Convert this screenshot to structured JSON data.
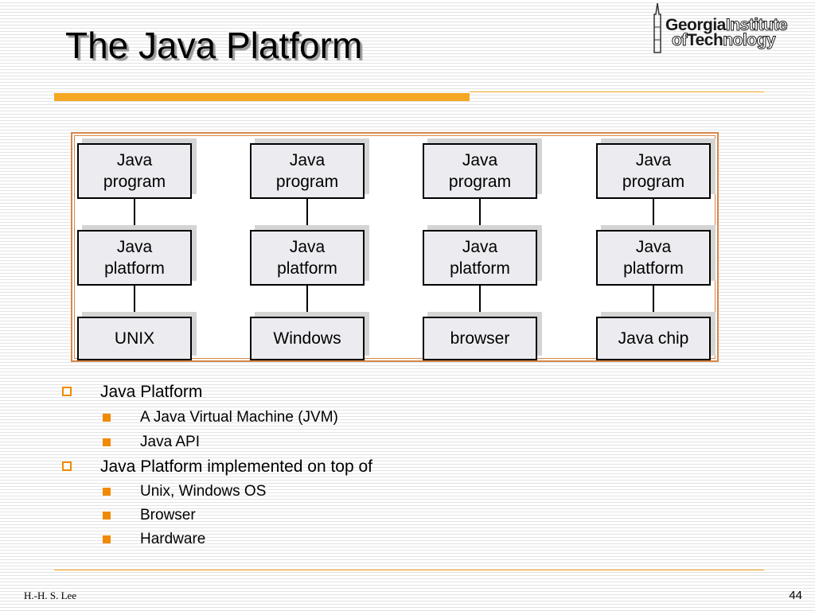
{
  "slide": {
    "title": "The Java Platform",
    "logo": {
      "line1_bold": "Georgia",
      "line1_hollow": "Institute",
      "line2_hollow_a": "of",
      "line2_bold": "Tech",
      "line2_hollow_b": "nology"
    },
    "colors": {
      "accent": "#f5a623",
      "bullet": "#f08a00",
      "box_fill": "#ebebf0",
      "frame": "#d6884a"
    }
  },
  "diagram": {
    "columns": [
      {
        "top_a": "Java",
        "top_b": "program",
        "mid_a": "Java",
        "mid_b": "platform",
        "base": "UNIX"
      },
      {
        "top_a": "Java",
        "top_b": "program",
        "mid_a": "Java",
        "mid_b": "platform",
        "base": "Windows"
      },
      {
        "top_a": "Java",
        "top_b": "program",
        "mid_a": "Java",
        "mid_b": "platform",
        "base": "browser"
      },
      {
        "top_a": "Java",
        "top_b": "program",
        "mid_a": "Java",
        "mid_b": "platform",
        "base": "Java chip"
      }
    ]
  },
  "bullets": {
    "items": [
      {
        "text": "Java Platform"
      },
      {
        "text": "A Java Virtual Machine (JVM)"
      },
      {
        "text": "Java API"
      },
      {
        "text": "Java Platform implemented on top of"
      },
      {
        "text": "Unix, Windows OS"
      },
      {
        "text": "Browser"
      },
      {
        "text": "Hardware"
      }
    ]
  },
  "footer": {
    "author": "H.-H. S. Lee",
    "page_number": "44"
  }
}
